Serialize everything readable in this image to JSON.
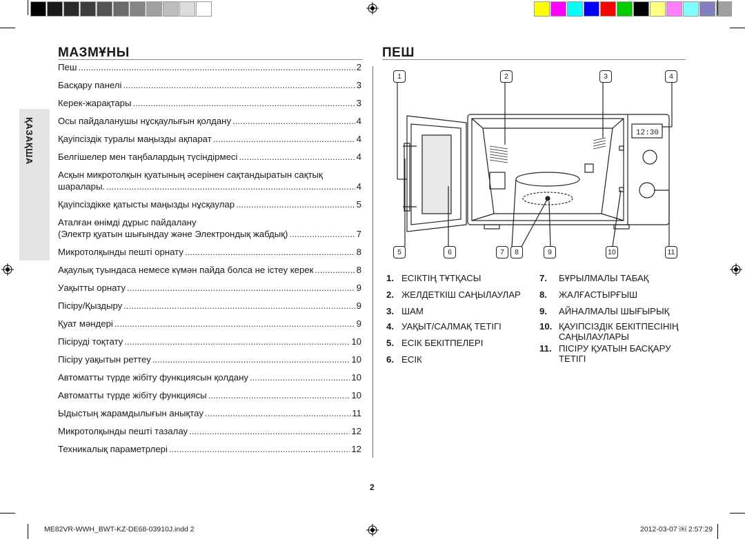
{
  "color_bar": [
    "#000000",
    "#1a1a1a",
    "#2b2b2b",
    "#3d3d3d",
    "#555555",
    "#6b6b6b",
    "#858585",
    "#a0a0a0",
    "#bdbdbd",
    "#dcdcdc",
    "#ffffff"
  ],
  "process_bar": [
    "#ffff00",
    "#ff00ff",
    "#00ffff",
    "#0000ff",
    "#ff0000",
    "#00cc00",
    "#000000",
    "#ffff80",
    "#ff80ff",
    "#80ffff",
    "#8080c0",
    "#a0a0a0"
  ],
  "side_tab": "ҚАЗАҚША",
  "toc": {
    "title": "МАЗМҰНЫ",
    "entries": [
      {
        "text": "Пеш",
        "page": "2"
      },
      {
        "text": "Басқару панелі",
        "page": "3"
      },
      {
        "text": "Керек-жарақтары",
        "page": "3"
      },
      {
        "text": "Осы пайдаланушы нұсқаулығын қолдану",
        "page": "4"
      },
      {
        "text": "Қауіпсіздік туралы маңызды ақпарат",
        "page": "4"
      },
      {
        "text": "Белгішелер мен таңбалардың түсіндірмесі",
        "page": "4"
      },
      {
        "text": "шаралары.",
        "page": "4",
        "lead": "Асқын микротолқын қуатының әсерінен сақтандыратын сақтық"
      },
      {
        "text": "Қауіпсіздікке қатысты маңызды нұсқаулар",
        "page": "5"
      },
      {
        "text": "(Электр қуатын шығындау және Электрондық жабдық)",
        "page": "7",
        "lead": "Аталған өнімді дұрыс пайдалану"
      },
      {
        "text": "Микротолқынды пешті орнату",
        "page": "8"
      },
      {
        "text": "Ақаулық туындаса немесе күмән пайда болса не істеу керек",
        "page": "8"
      },
      {
        "text": "Уақытты орнату",
        "page": "9"
      },
      {
        "text": "Пісіру/Қыздыру",
        "page": "9"
      },
      {
        "text": "Қуат мәндері",
        "page": "9"
      },
      {
        "text": "Пісіруді тоқтату",
        "page": "10"
      },
      {
        "text": "Пісіру уақытын реттеу",
        "page": "10"
      },
      {
        "text": "Автоматты түрде жібіту функциясын қолдану",
        "page": "10"
      },
      {
        "text": "Автоматты түрде жібіту функциясы",
        "page": "10"
      },
      {
        "text": "Ыдыстың жарамдылығын анықтау",
        "page": "11"
      },
      {
        "text": "Микротолқынды пешті тазалау",
        "page": "12"
      },
      {
        "text": "Техникалық параметрлері",
        "page": "12"
      }
    ]
  },
  "oven": {
    "title": "ПЕШ",
    "display_time": "12:30",
    "callouts_top": [
      "1",
      "2",
      "3",
      "4"
    ],
    "callouts_bottom": [
      "5",
      "6",
      "7",
      "8",
      "9",
      "10",
      "11"
    ],
    "parts": [
      {
        "num": "1.",
        "label": "ЕСІКТІҢ ТҰТҚАСЫ"
      },
      {
        "num": "2.",
        "label": "ЖЕЛДЕТКІШ САҢЫЛАУЛАР"
      },
      {
        "num": "3.",
        "label": "ШАМ"
      },
      {
        "num": "4.",
        "label": "УАҚЫТ/САЛМАҚ ТЕТІГІ"
      },
      {
        "num": "5.",
        "label": "ЕСІК БЕКІТПЕЛЕРІ"
      },
      {
        "num": "6.",
        "label": "ЕСІК"
      },
      {
        "num": "7.",
        "label": "БҰРЫЛМАЛЫ ТАБАҚ"
      },
      {
        "num": "8.",
        "label": "ЖАЛҒАСТЫРҒЫШ"
      },
      {
        "num": "9.",
        "label": "АЙНАЛМАЛЫ ШЫҒЫРЫҚ"
      },
      {
        "num": "10.",
        "label": "ҚАУІПСІЗДІК БЕКІТПЕСІНІҢ",
        "label2": "САҢЫЛАУЛАРЫ"
      },
      {
        "num": "11.",
        "label": "ПІСІРУ ҚУАТЫН БАСҚАРУ",
        "label2": "ТЕТІГІ"
      }
    ]
  },
  "page_number": "2",
  "footer": {
    "file": "ME82VR-WWH_BWT-KZ-DE68-03910J.indd   2",
    "stamp": "2012-03-07   ￼ 2:57:29"
  }
}
